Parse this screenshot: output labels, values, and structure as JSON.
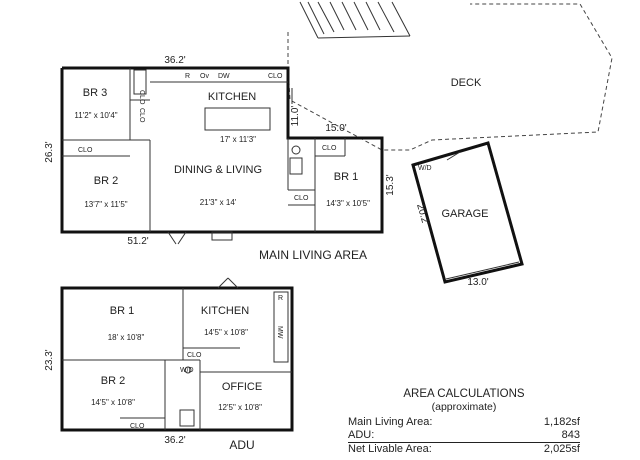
{
  "main": {
    "title": "MAIN LIVING AREA",
    "rooms": {
      "br3": {
        "name": "BR 3",
        "size": "11'2\" x 10'4\""
      },
      "br2": {
        "name": "BR 2",
        "size": "13'7\" x 11'5\""
      },
      "kitchen": {
        "name": "KITCHEN",
        "size": "17' x 11'3\""
      },
      "dining": {
        "name": "DINING & LIVING",
        "size": "21'3\" x 14'"
      },
      "br1": {
        "name": "BR 1",
        "size": "14'3\" x 10'5\""
      }
    },
    "dims": {
      "top": "36.2'",
      "left": "26.3'",
      "bottom": "51.2'",
      "step_v": "11.0'",
      "step_h": "15.0'",
      "right": "15.3'"
    },
    "labels": {
      "clo": "CLO",
      "r": "R",
      "ov": "Ov",
      "dw": "DW"
    }
  },
  "deck": {
    "name": "DECK"
  },
  "garage": {
    "name": "GARAGE",
    "wd": "W/D",
    "dim_side": "20.2'",
    "dim_bottom": "13.0'"
  },
  "adu": {
    "title": "ADU",
    "rooms": {
      "br1": {
        "name": "BR 1",
        "size": "18' x 10'8\""
      },
      "kitchen": {
        "name": "KITCHEN",
        "size": "14'5\" x 10'8\""
      },
      "br2": {
        "name": "BR 2",
        "size": "14'5\" x 10'8\""
      },
      "office": {
        "name": "OFFICE",
        "size": "12'5\" x 10'8\""
      }
    },
    "dims": {
      "left": "23.3'",
      "bottom": "36.2'"
    },
    "labels": {
      "clo": "CLO",
      "wd": "W/D",
      "r": "R",
      "mw": "MW"
    }
  },
  "area_calc": {
    "title": "AREA CALCULATIONS",
    "subtitle": "(approximate)",
    "rows": [
      {
        "label": "Main Living Area:",
        "value": "1,182sf"
      },
      {
        "label": "ADU:",
        "value": "843"
      },
      {
        "label": "Net Livable Area:",
        "value": "2,025sf"
      }
    ]
  }
}
